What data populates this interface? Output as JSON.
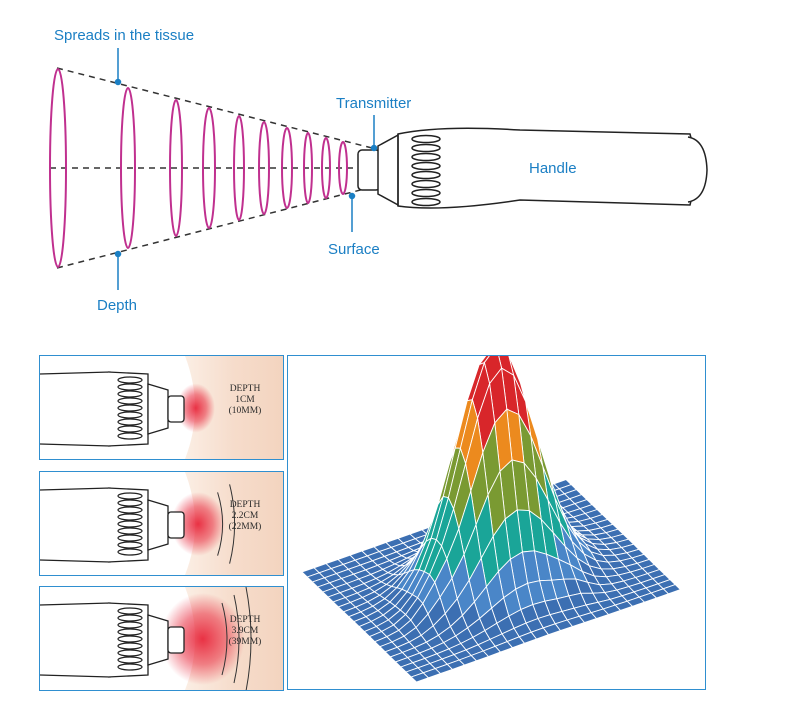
{
  "labels": {
    "spreads": "Spreads in the tissue",
    "transmitter": "Transmitter",
    "handle": "Handle",
    "surface": "Surface",
    "depth": "Depth"
  },
  "depth_panels": [
    {
      "title": "DEPTH",
      "cm": "1CM",
      "mm": "(10MM)",
      "intensity": 0.33
    },
    {
      "title": "DEPTH",
      "cm": "2.2CM",
      "mm": "(22MM)",
      "intensity": 0.56
    },
    {
      "title": "DEPTH",
      "cm": "3.9CM",
      "mm": "(39MM)",
      "intensity": 1.0
    }
  ],
  "colors": {
    "label_blue": "#1b7fc4",
    "wave_magenta": "#c0308f",
    "panel_border": "#2f8fd0",
    "skin": "#f6dccb",
    "energy_red": "#e8283c"
  }
}
